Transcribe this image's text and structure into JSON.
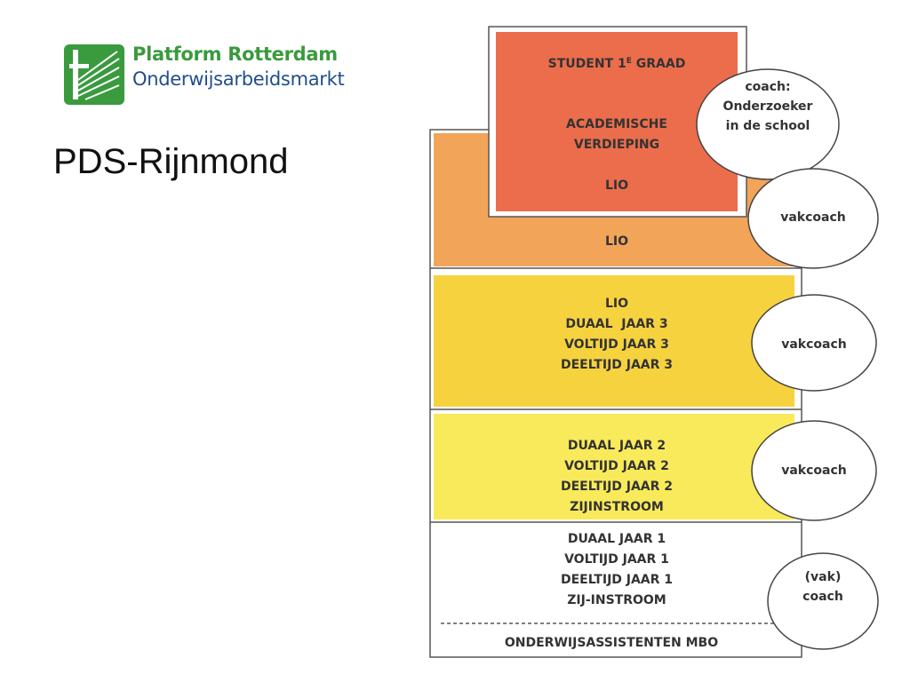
{
  "logo": {
    "line1": "Platform Rotterdam",
    "line2": "Onderwijsarbeidsmarkt",
    "colors": {
      "green": "#3a9a3e",
      "blue": "#1f4e8c"
    }
  },
  "page": {
    "title": "PDS-Rijnmond"
  },
  "diagram": {
    "top_box": {
      "line1_main": "STUDENT 1",
      "line1_sup": "E",
      "line1_end": " GRAAD",
      "line2": "ACADEMISCHE",
      "line3": "VERDIEPING",
      "line4": "LIO",
      "color": "#eb6d4c"
    },
    "band1": {
      "line1": "LIO",
      "color": "#f2a459"
    },
    "band2": {
      "line1": "LIO",
      "line2": "DUAAL  JAAR 3",
      "line3": "VOLTIJD JAAR 3",
      "line4": "DEELTIJD JAAR 3",
      "color": "#f6d23f"
    },
    "band3": {
      "line1": "DUAAL JAAR 2",
      "line2": "VOLTIJD JAAR 2",
      "line3": "DEELTIJD JAAR 2",
      "line4": "ZIJINSTROOM",
      "color": "#f8ea5a"
    },
    "band4": {
      "line1": "DUAAL JAAR 1",
      "line2": "VOLTIJD JAAR 1",
      "line3": "DEELTIJD JAAR 1",
      "line4": "ZIJ-INSTROOM",
      "color": "#ffffff"
    },
    "footer": {
      "label": "ONDERWIJSASSISTENTEN MBO"
    },
    "circles": {
      "coach_researcher": {
        "line1": "coach:",
        "line2": "Onderzoeker",
        "line3": "in de school"
      },
      "vakcoach1": {
        "label": "vakcoach"
      },
      "vakcoach2": {
        "label": "vakcoach"
      },
      "vakcoach3": {
        "label": "vakcoach"
      },
      "vak_coach": {
        "line1": "(vak)",
        "line2": "coach"
      }
    }
  }
}
